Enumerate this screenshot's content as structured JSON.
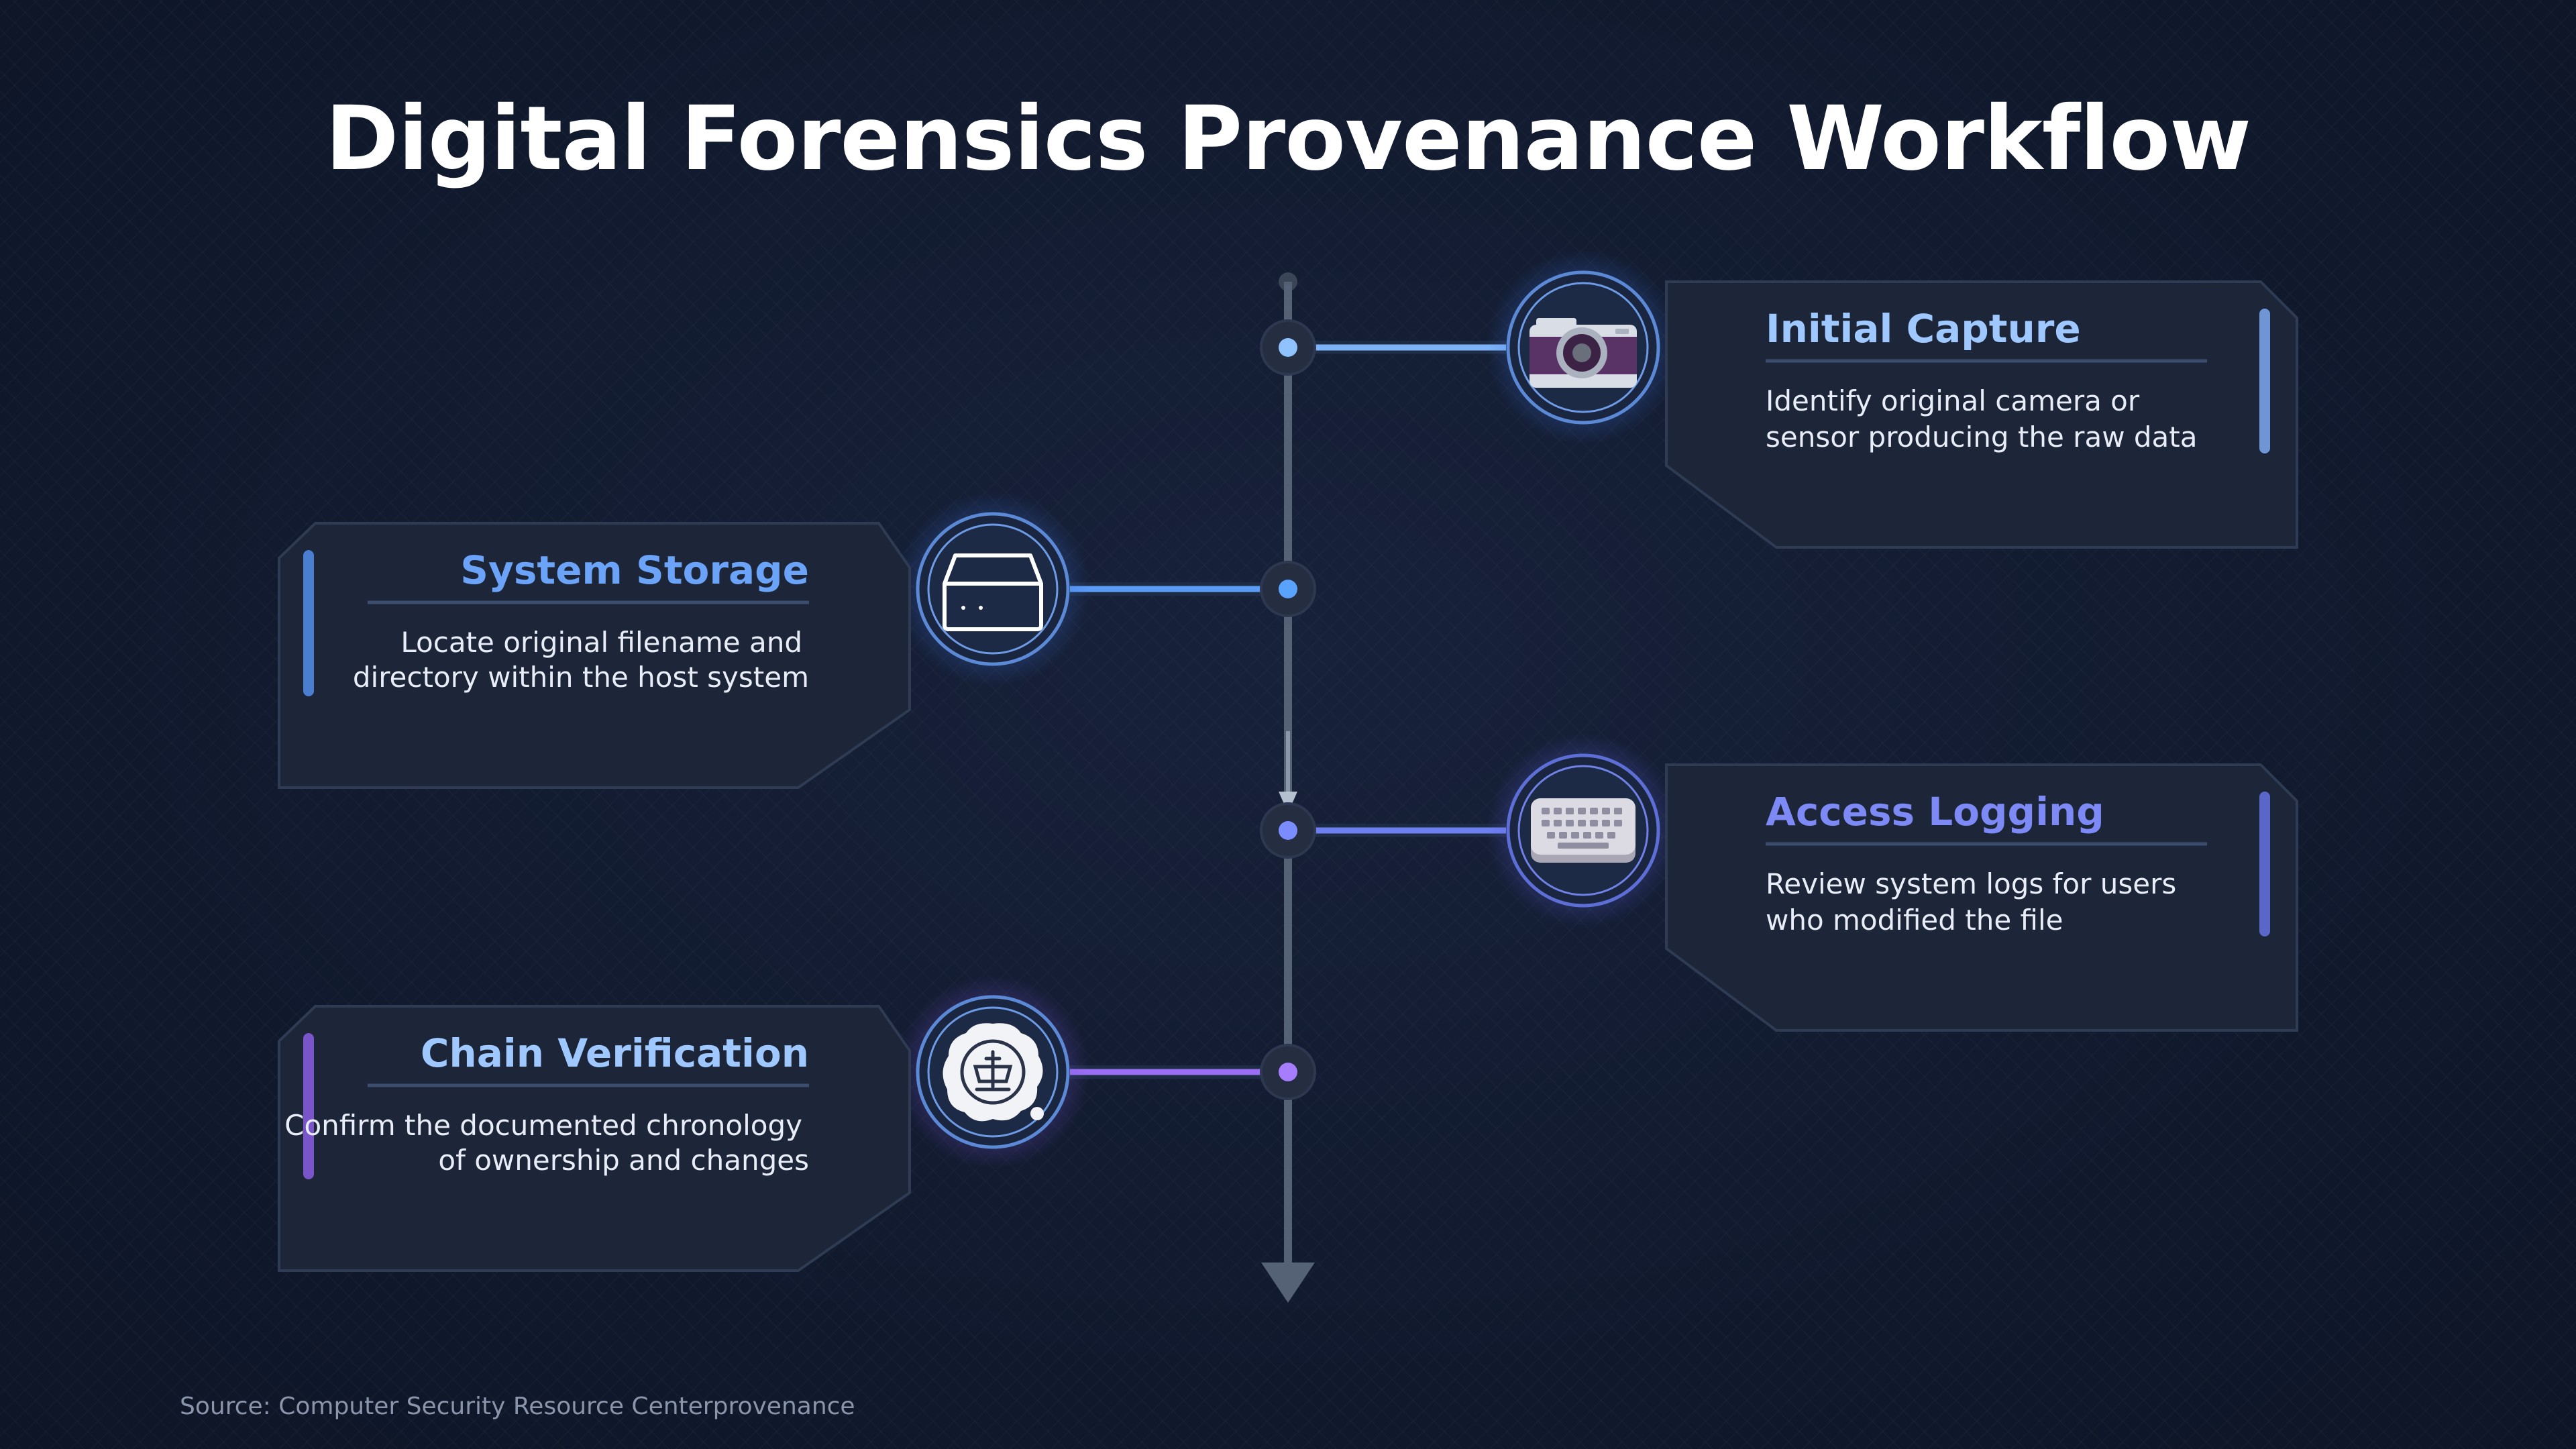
{
  "title": "Digital Forensics Provenance Workflow",
  "source": "Source: Computer Security Resource Centerprovenance",
  "colors": {
    "background": "#111a2e",
    "card": "#1c2638",
    "card_border": "#2f3b52",
    "timeline": "#5b6679",
    "blue": "#5b9bf5",
    "light_blue": "#9ec8ff",
    "indigo": "#6e7ff0",
    "purple": "#9a6ef2"
  },
  "steps": [
    {
      "title": "Initial Capture",
      "desc_line1": "Identify original camera or",
      "desc_line2": "sensor producing the raw data",
      "icon": "camera-icon",
      "side": "right"
    },
    {
      "title": "System Storage",
      "desc_line1": "Locate original filename and",
      "desc_line2": "directory within the host system",
      "icon": "storage-drive-icon",
      "side": "left"
    },
    {
      "title": "Access Logging",
      "desc_line1": "Review system logs for users",
      "desc_line2": "who modified the file",
      "icon": "keyboard-icon",
      "side": "right"
    },
    {
      "title": "Chain Verification",
      "desc_line1": "Confirm the documented chronology",
      "desc_line2": "of ownership and changes",
      "icon": "wax-seal-icon",
      "side": "left"
    }
  ]
}
